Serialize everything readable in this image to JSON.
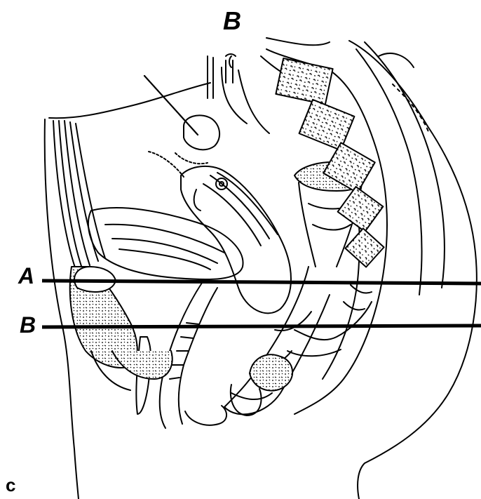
{
  "figure": {
    "title": "B",
    "panel_letter": "c",
    "cut_planes": [
      {
        "label": "A"
      },
      {
        "label": "B"
      }
    ]
  },
  "colors": {
    "ink": "#000000",
    "paper": "#ffffff"
  }
}
